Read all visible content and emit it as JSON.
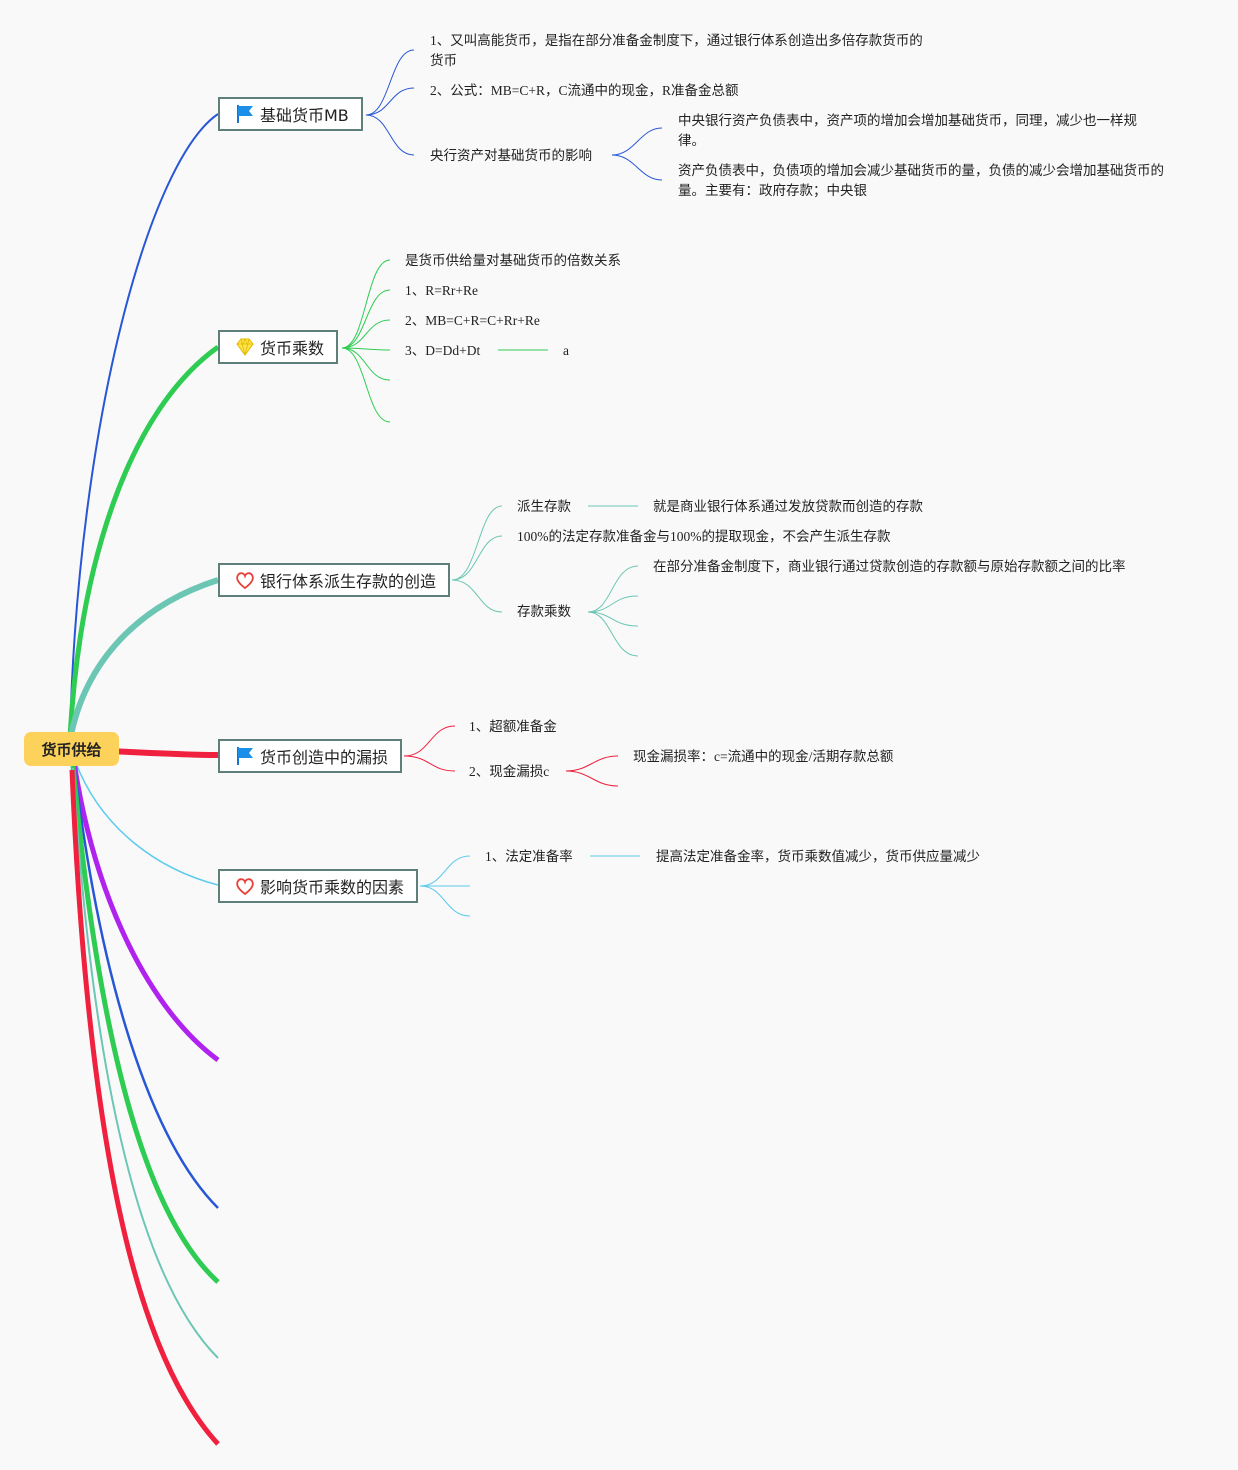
{
  "root": {
    "label": "货币供给"
  },
  "branches": [
    {
      "label": "基础货币MB",
      "icon": "flag-icon",
      "color": "#2857d6",
      "children": [
        "1、又叫高能货币，是指在部分准备金制度下，通过银行体系创造出多倍存款货币的货币",
        "2、公式：MB=C+R，C流通中的现金，R准备金总额",
        "央行资产对基础货币的影响"
      ],
      "grandchildren": [
        "中央银行资产负债表中，资产项的增加会增加基础货币，同理，减少也一样规律。",
        "资产负债表中，负债项的增加会减少基础货币的量，负债的减少会增加基础货币的量。主要有：政府存款；中央银"
      ]
    },
    {
      "label": "货币乘数",
      "icon": "diamond-icon",
      "color": "#2ecc52",
      "children": [
        "是货币供给量对基础货币的倍数关系",
        "1、R=Rr+Re",
        "2、MB=C+R=C+Rr+Re",
        "3、D=Dd+Dt"
      ],
      "grandchildren": [
        "a"
      ]
    },
    {
      "label": "银行体系派生存款的创造",
      "icon": "heart-icon",
      "color": "#6cc6b4",
      "children": [
        "派生存款",
        "100%的法定存款准备金与100%的提取现金，不会产生派生存款",
        "存款乘数"
      ],
      "grandchildren": [
        "就是商业银行体系通过发放贷款而创造的存款",
        "在部分准备金制度下，商业银行通过贷款创造的存款额与原始存款额之间的比率"
      ]
    },
    {
      "label": "货币创造中的漏损",
      "icon": "flag-icon",
      "color": "#f0203f",
      "children": [
        "1、超额准备金",
        "2、现金漏损c"
      ],
      "grandchildren": [
        "现金漏损率：c=流通中的现金/活期存款总额"
      ]
    },
    {
      "label": "影响货币乘数的因素",
      "icon": "heart-icon",
      "color": "#5ccbee",
      "children": [
        "1、法定准备率"
      ],
      "grandchildren": [
        "提高法定准备金率，货币乘数值减少，货币供应量减少"
      ]
    }
  ],
  "colors": {
    "purple": "#b022ee",
    "blue": "#2857d6",
    "green": "#2ecc52",
    "teal": "#6cc6b4",
    "red": "#f0203f",
    "root": "#fdd25a",
    "box_border": "#5f7f7a"
  }
}
